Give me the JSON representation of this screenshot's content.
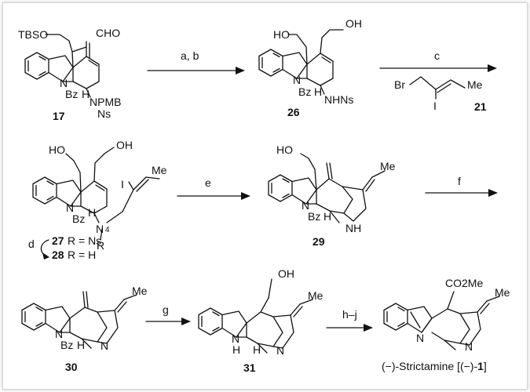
{
  "compounds": {
    "c17": {
      "number": "17",
      "labels": [
        "TBSO",
        "CHO",
        "N",
        "Bz",
        "H",
        "NPMB",
        "Ns"
      ]
    },
    "c26": {
      "number": "26",
      "labels": [
        "HO",
        "OH",
        "N",
        "Bz",
        "H",
        "NHNs"
      ]
    },
    "c21": {
      "number": "21",
      "labels": [
        "Br",
        "I",
        "Me"
      ]
    },
    "c27": {
      "labels": [
        "HO",
        "OH",
        "Me",
        "I",
        "N",
        "Bz",
        "H",
        "N",
        "4",
        "R"
      ]
    },
    "c27_legend": {
      "line1_num": "27",
      "line1_text": "R = Ns",
      "line2_num": "28",
      "line2_text": "R = H",
      "step": "d"
    },
    "c29": {
      "number": "29",
      "labels": [
        "HO",
        "Me",
        "N",
        "Bz",
        "H",
        "NH"
      ]
    },
    "c30": {
      "number": "30",
      "labels": [
        "Me",
        "N",
        "Bz",
        "H",
        "N"
      ]
    },
    "c31": {
      "number": "31",
      "labels": [
        "OH",
        "Me",
        "N",
        "H",
        "H",
        "N"
      ]
    },
    "strictamine": {
      "labels": [
        "CO2Me",
        "Me",
        "N",
        "N"
      ],
      "name": "(−)-Strictamine [(−)-",
      "name_num": "1",
      "name_end": "]"
    }
  },
  "arrows": {
    "ab": "a, b",
    "c": "c",
    "e": "e",
    "f": "f",
    "g": "g",
    "hj": "h–j"
  }
}
